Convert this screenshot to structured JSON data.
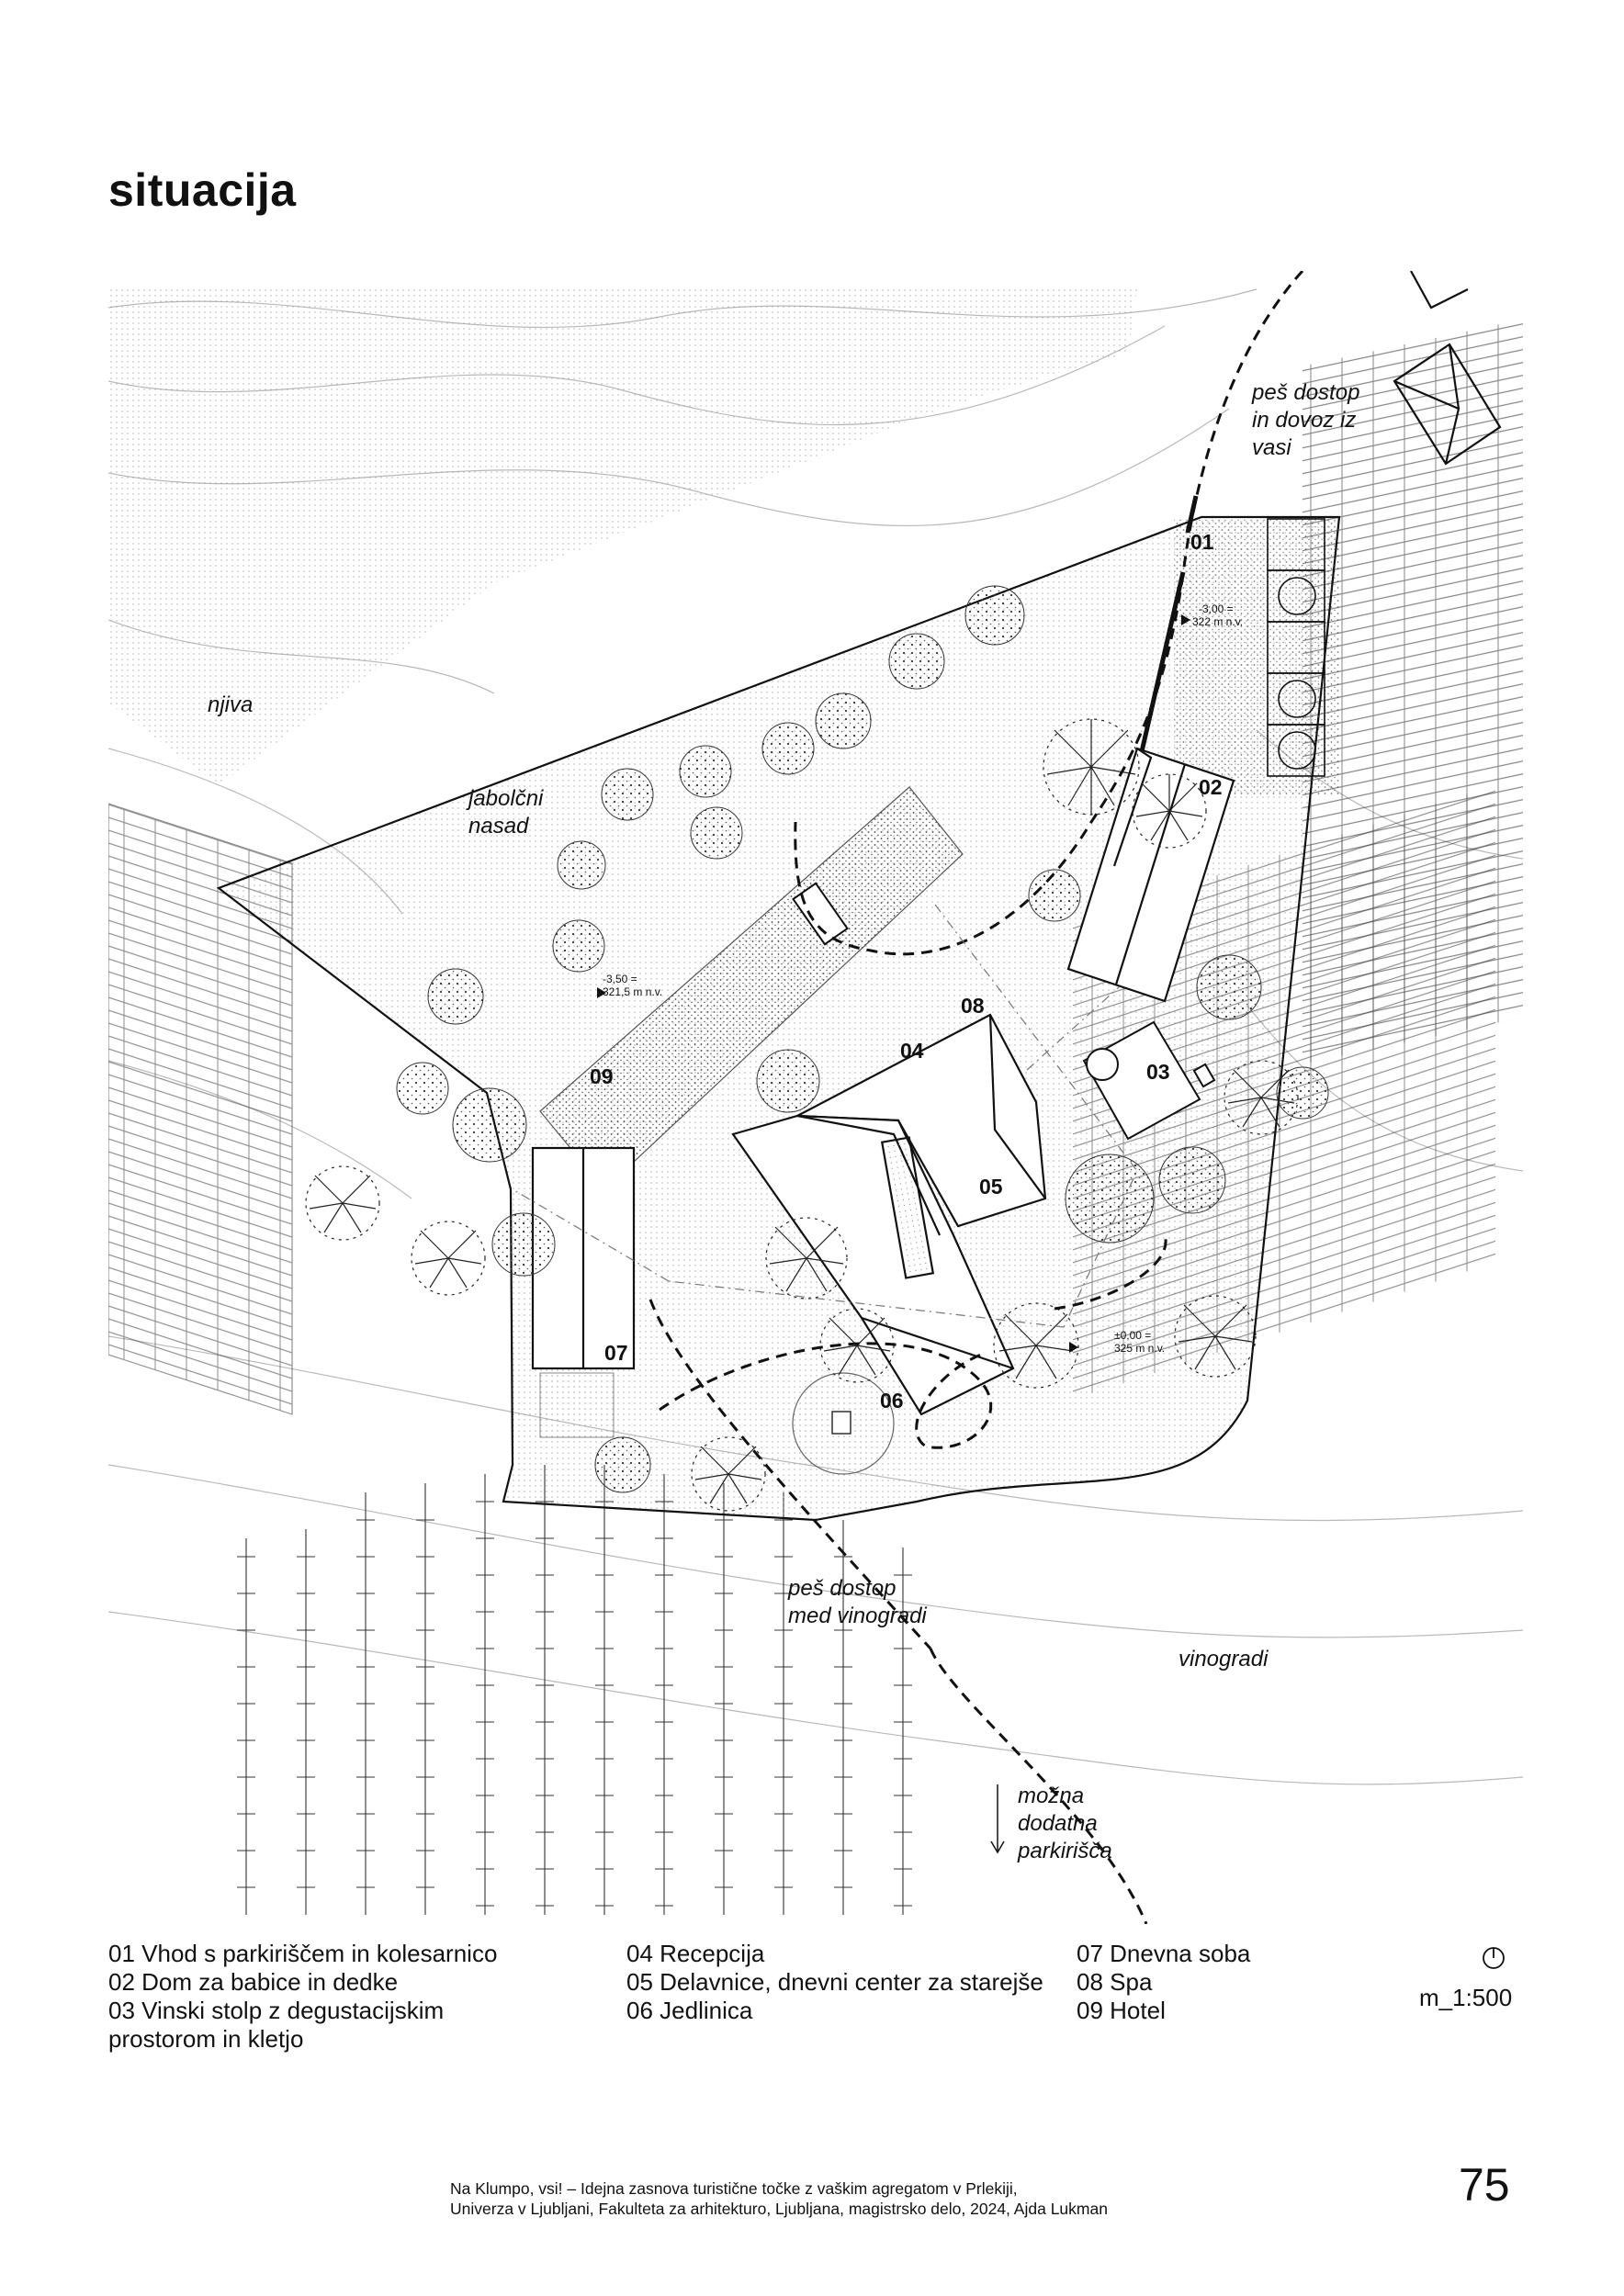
{
  "page_title": "situacija",
  "plan": {
    "labels": {
      "access_village": [
        "peš dostop",
        "in dovoz iz",
        "vasi"
      ],
      "field": "njiva",
      "orchard": [
        "jabolčni",
        "nasad"
      ],
      "access_vineyards": [
        "peš dostop",
        "med vinogradi"
      ],
      "vineyards": "vinogradi",
      "extra_parking": [
        "možna",
        "dodatna",
        "parkirišča"
      ]
    },
    "levels": {
      "parking": [
        "-3,00 =",
        "322 m n.v."
      ],
      "hotel": [
        "-3,50 =",
        "321,5 m n.v."
      ],
      "dining": [
        "±0,00 =",
        "325 m n.v."
      ]
    },
    "building_numbers": [
      "01",
      "02",
      "03",
      "04",
      "05",
      "06",
      "07",
      "08",
      "09"
    ]
  },
  "legend": {
    "col1": [
      "01 Vhod s parkiriščem in kolesarnico",
      "02 Dom za babice in dedke",
      "03 Vinski stolp z degustacijskim",
      "prostorom in kletjo"
    ],
    "col2": [
      "04 Recepcija",
      "05 Delavnice, dnevni center za starejše",
      "06 Jedlinica"
    ],
    "col3": [
      "07 Dnevna soba",
      "08 Spa",
      "09 Hotel"
    ]
  },
  "scale": "m_1:500",
  "icons": {
    "north": "north-arrow-icon"
  },
  "footer": {
    "line1": "Na Klumpo, vsi! – Idejna zasnova turistične točke z vaškim agregatom v Prlekiji,",
    "line2": "Univerza v Ljubljani, Fakulteta za arhitekturo, Ljubljana, magistrsko delo, 2024, Ajda Lukman"
  },
  "page_number": "75"
}
